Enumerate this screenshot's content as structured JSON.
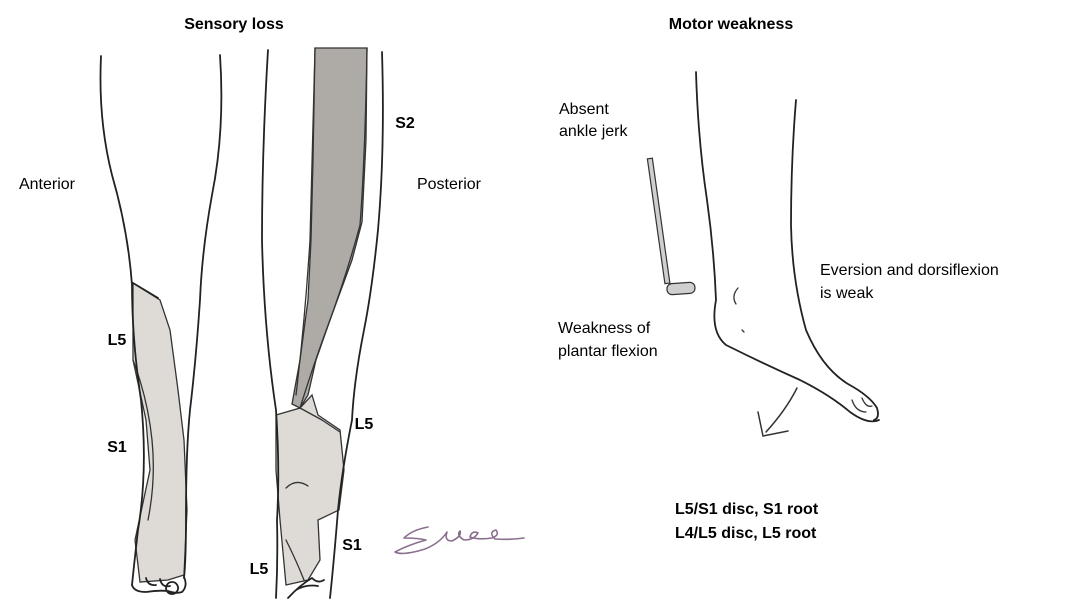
{
  "sensory": {
    "title": "Sensory loss",
    "anterior_label": "Anterior",
    "posterior_label": "Posterior",
    "anterior_segments": [
      "L5",
      "S1"
    ],
    "posterior_segments": [
      "S2",
      "L5",
      "S1",
      "L5"
    ]
  },
  "motor": {
    "title": "Motor weakness",
    "ankle_jerk": [
      "Absent",
      "ankle jerk"
    ],
    "weakness_plantar": [
      "Weakness of",
      "plantar flexion"
    ],
    "eversion": [
      "Eversion and dorsiflexion",
      "is weak"
    ]
  },
  "footer": {
    "line1": "L5/S1 disc, S1 root",
    "line2": "L4/L5 disc, L5 root"
  },
  "colors": {
    "light_shade": "#dedbd6",
    "dark_shade": "#aeaba7",
    "signature": "#8a6f8e"
  }
}
